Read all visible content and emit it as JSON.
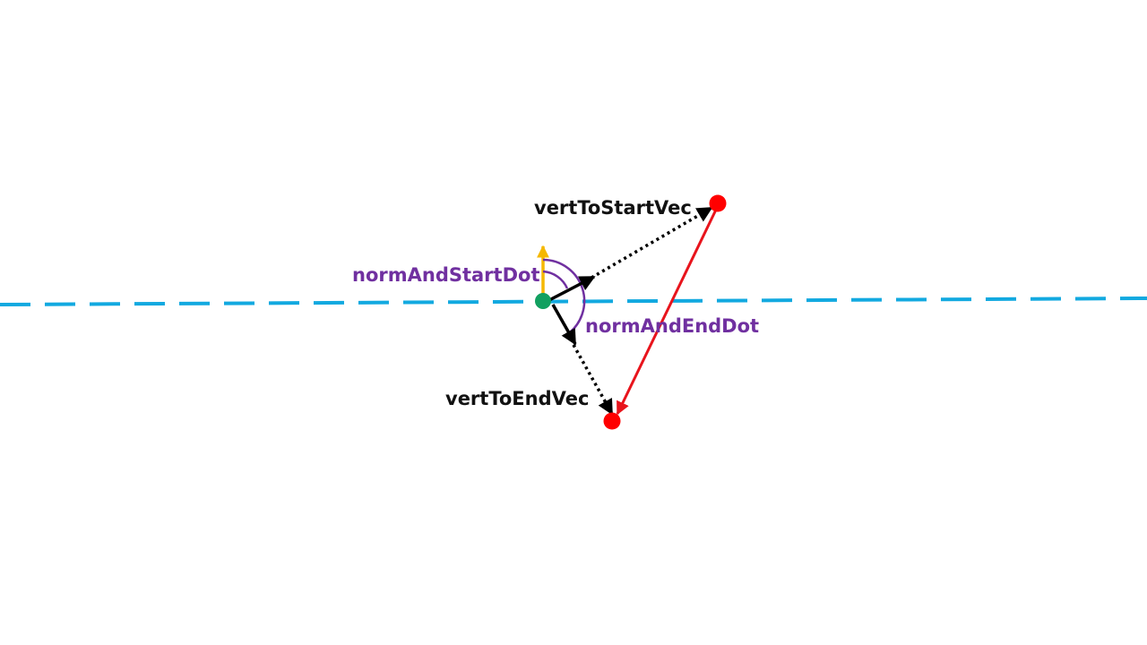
{
  "labels": {
    "vert_to_start_vec": "vertToStartVec",
    "norm_and_start_dot": "normAndStartDot",
    "norm_and_end_dot": "normAndEndDot",
    "vert_to_end_vec": "vertToEndVec"
  },
  "colors": {
    "plane_line": "#12a9e0",
    "vertex_point": "#12a060",
    "endpoint": "#ff0000",
    "segment": "#e8141c",
    "normal_arrow": "#f5b800",
    "angle_arc": "#7030a0",
    "label_purple": "#7030a0",
    "label_black": "#111111",
    "vector": "#000000"
  },
  "icons": {
    "normal": "arrow-up-icon",
    "vector_head": "arrowhead-icon"
  }
}
